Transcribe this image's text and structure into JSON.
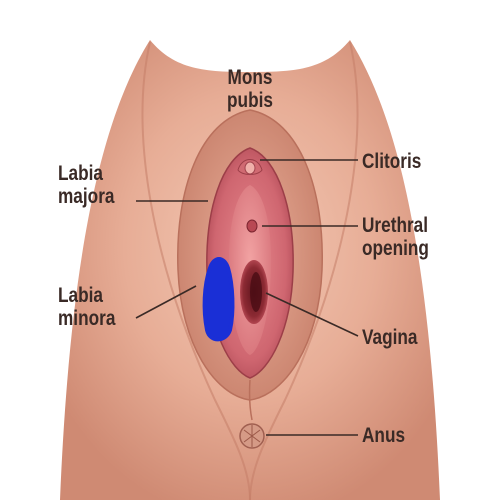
{
  "labels": {
    "mons_pubis": [
      "Mons",
      "pubis"
    ],
    "clitoris": [
      "Clitoris"
    ],
    "labia_majora": [
      "Labia",
      "majora"
    ],
    "urethral_opening": [
      "Urethral",
      "opening"
    ],
    "labia_minora": [
      "Labia",
      "minora"
    ],
    "vagina": [
      "Vagina"
    ],
    "anus": [
      "Anus"
    ]
  },
  "colors": {
    "skin": "#e7ad96",
    "skin_dark": "#c9826d",
    "inner_pink": "#c85a64",
    "deep_red": "#8c2a33",
    "leader_line": "#3a2a26",
    "highlight_marker": "#1a2fd6"
  }
}
